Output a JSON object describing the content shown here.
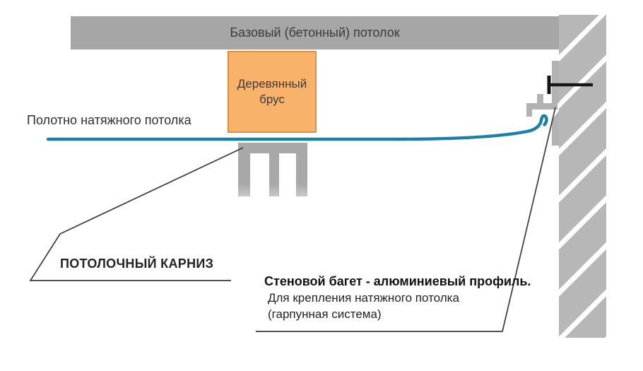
{
  "labels": {
    "base_ceiling": "Базовый (бетонный) потолок",
    "wooden_beam": "Деревянный брус",
    "fabric": "Полотно натяжного потолка",
    "cornice": "ПОТОЛОЧНЫЙ КАРНИЗ",
    "baguette_title": "Стеновой багет - алюминиевый профиль.",
    "baguette_line2": "Для крепления натяжного потолка",
    "baguette_line3": "(гарпунная система)"
  },
  "colors": {
    "ceiling_bar": "#a6a6a6",
    "wall": "#b7b7b7",
    "wall_stripe": "#ffffff",
    "beam_fill": "#f9b26a",
    "beam_border": "#dd8f43",
    "fabric_line": "#1b80a9",
    "cornice_profile": "#a8a8a8",
    "wall_profile": "#b2b2b2",
    "pointer_line": "#3a3a3a",
    "fastener": "#161616",
    "text": "#2f2f2f"
  }
}
